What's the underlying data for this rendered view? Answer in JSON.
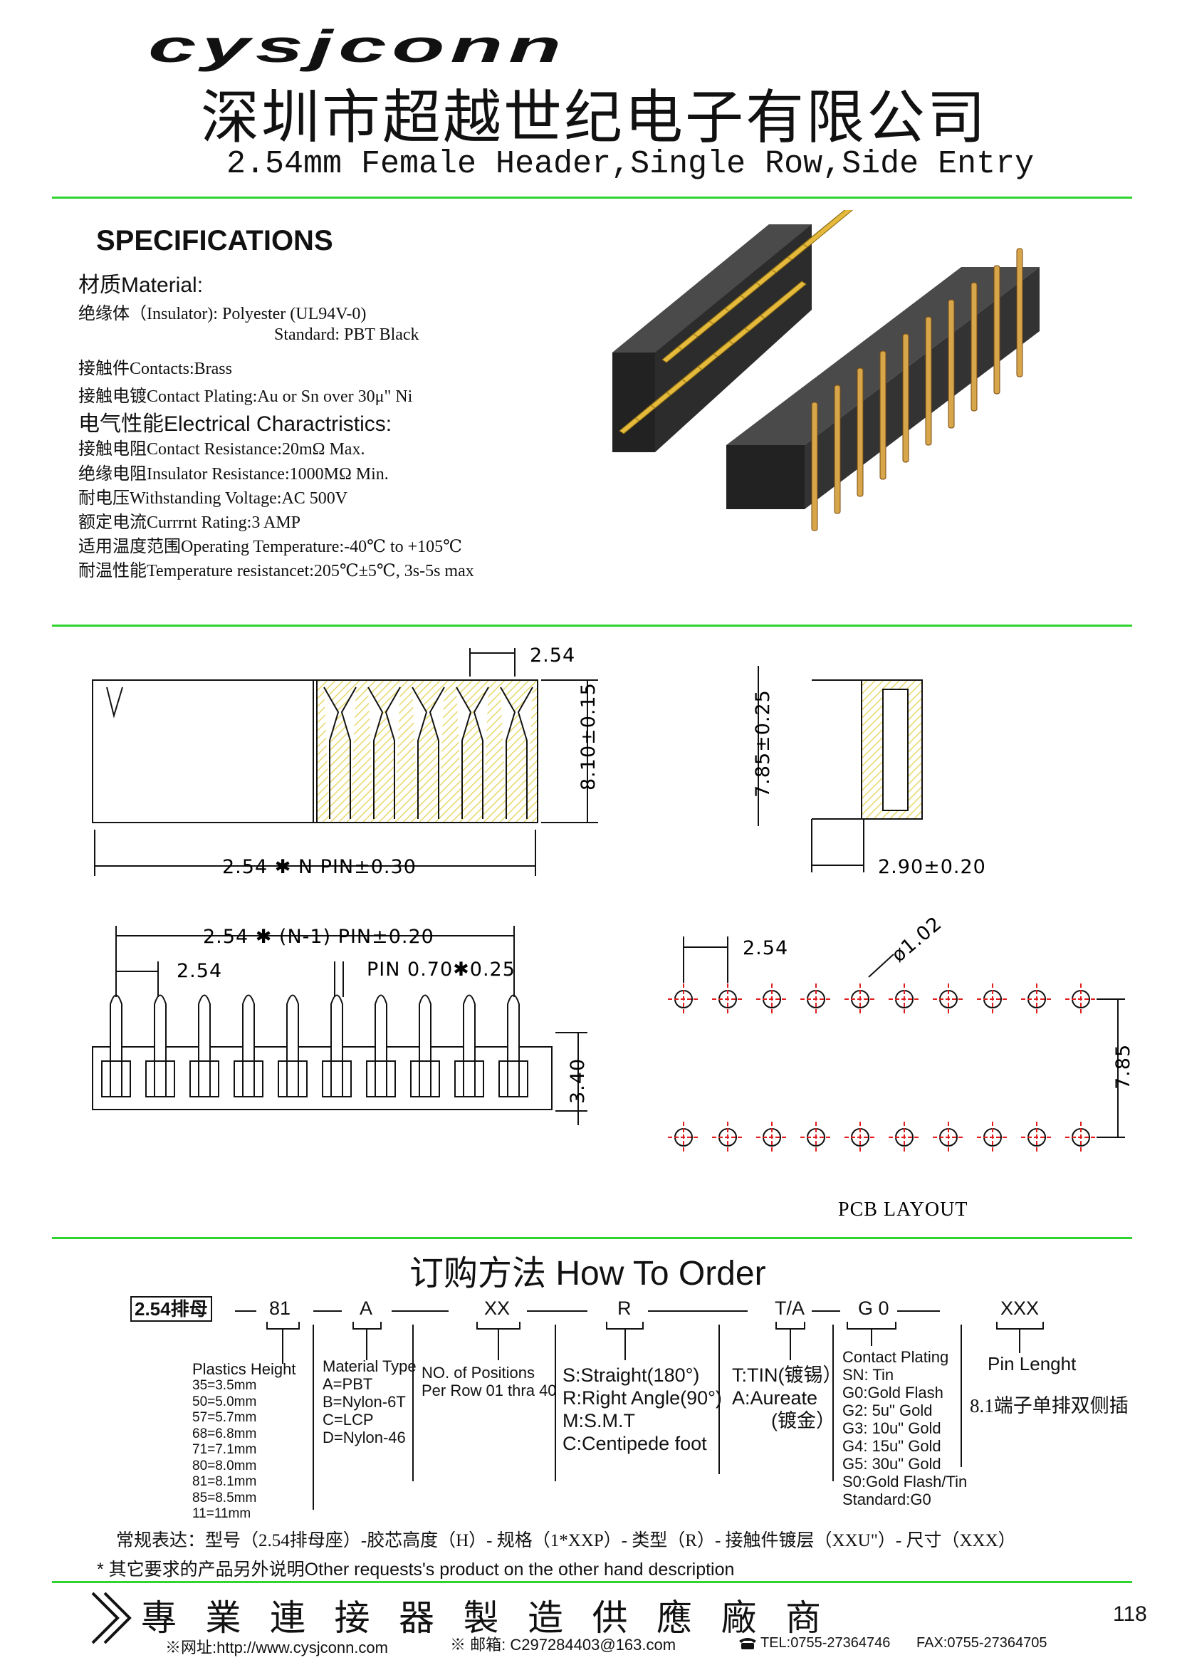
{
  "header": {
    "logo": "cysjconn",
    "company_name": "深圳市超越世纪电子有限公司",
    "product_title": "2.54mm Female Header,Single Row,Side Entry"
  },
  "specifications": {
    "title": "SPECIFICATIONS",
    "lines": [
      "材质Material:",
      "绝缘体（Insulator): Polyester (UL94V-0)",
      "Standard: PBT Black",
      "接触件Contacts:Brass",
      "接触电镀Contact Plating:Au or Sn over 30μ\" Ni",
      "电气性能Electrical Charactristics:",
      "接触电阻Contact Resistance:20mΩ Max.",
      "绝缘电阻Insulator Resistance:1000MΩ Min.",
      "耐电压Withstanding Voltage:AC 500V",
      "额定电流Currrnt Rating:3 AMP",
      "适用温度范围Operating Temperature:-40℃ to +105℃",
      "耐温性能Temperature resistancet:205℃±5℃, 3s-5s max"
    ]
  },
  "drawing": {
    "dim_pitch_top": "2.54",
    "dim_height_front": "8.10±0.15",
    "dim_length": "2.54 ✱ N PIN±0.30",
    "dim_side_height": "7.85±0.25",
    "dim_side_width": "2.90±0.20",
    "dim_span": "2.54 ✱ (N-1) PIN±0.20",
    "dim_pitch_bottom": "2.54",
    "dim_pin": "PIN 0.70✱0.25",
    "dim_body_height": "3.40",
    "pcb_pitch": "2.54",
    "pcb_hole": "ø1.02",
    "pcb_row_distance": "7.85",
    "pcb_label": "PCB LAYOUT"
  },
  "order": {
    "title": "订购方法 How To Order",
    "part_prefix": "2.54排母",
    "codes": [
      "81",
      "A",
      "XX",
      "R",
      "T/A",
      "G 0",
      "XXX"
    ],
    "plastics_height": {
      "title": "Plastics Height",
      "items": [
        "35=3.5mm",
        "50=5.0mm",
        "57=5.7mm",
        "68=6.8mm",
        "71=7.1mm",
        "80=8.0mm",
        "81=8.1mm",
        "85=8.5mm",
        "11=11mm"
      ]
    },
    "material_type": {
      "title": "Material Type",
      "items": [
        "A=PBT",
        "B=Nylon-6T",
        "C=LCP",
        "D=Nylon-46"
      ]
    },
    "positions": {
      "line1": "NO. of Positions",
      "line2": "Per Row 01 thra 40"
    },
    "type": {
      "items": [
        "S:Straight(180°)",
        "R:Right Angle(90°)",
        "M:S.M.T",
        "C:Centipede foot"
      ]
    },
    "tin": {
      "line1": "T:TIN(镀锡）",
      "line2": "A:Aureate",
      "line3": "(镀金）"
    },
    "contact_plating": {
      "title": "Contact Plating",
      "items": [
        "SN: Tin",
        "G0:Gold Flash",
        "G2: 5u\" Gold",
        "G3: 10u\" Gold",
        "G4: 15u\" Gold",
        "G5: 30u\" Gold",
        "S0:Gold Flash/Tin",
        "Standard:G0"
      ]
    },
    "pin_length": {
      "title": "Pin Lenght",
      "desc": "8.1端子单排双侧插"
    },
    "regular_expression": "常规表达：型号（2.54排母座）-胶芯高度（H）- 规格（1*XXP）- 类型（R）- 接触件镀层（XXU\"）- 尺寸（XXX）",
    "note": "* 其它要求的产品另外说明Other requests's product on the other hand description"
  },
  "footer": {
    "slogan": "專 業 連 接 器 製 造 供 應 廠 商",
    "page_number": "118",
    "website": "※网址:http://www.cysjconn.com",
    "email": "※ 邮箱: C297284403@163.com",
    "tel": "TEL:0755-27364746",
    "fax": "FAX:0755-27364705"
  },
  "colors": {
    "rule": "#2fd42f",
    "gold": "#e8c04a",
    "hatch": "#e6d86a",
    "pcb_cross": "#e11d1d"
  }
}
